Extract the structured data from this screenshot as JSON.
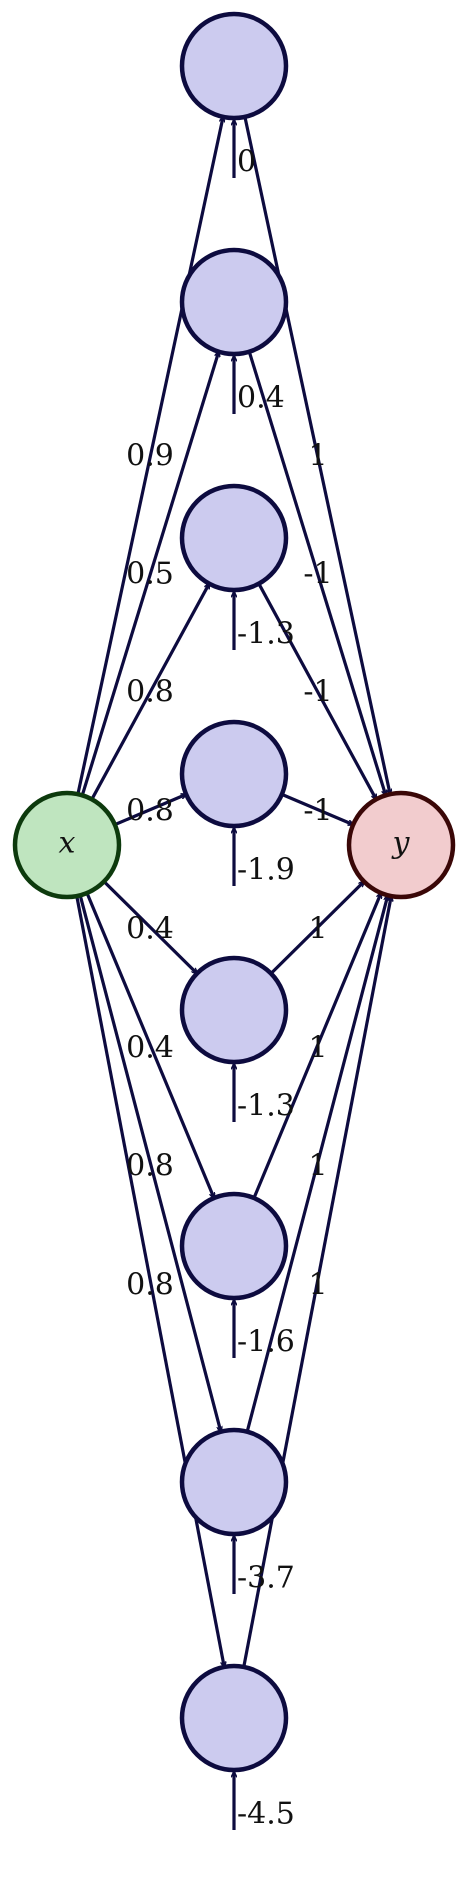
{
  "input_node": {
    "label": "x",
    "fill": "#bfe5bf",
    "stroke": "#0d3a0d"
  },
  "output_node": {
    "label": "y",
    "fill": "#f2ccce",
    "stroke": "#3a0707"
  },
  "hidden_style": {
    "fill": "#cccbef",
    "stroke": "#0d0b3f"
  },
  "hidden_nodes": [
    {
      "bias": "0",
      "input_weight": "0.9",
      "output_weight": "1"
    },
    {
      "bias": "0.4",
      "input_weight": "0.5",
      "output_weight": "-1"
    },
    {
      "bias": "-1.3",
      "input_weight": "0.8",
      "output_weight": "-1"
    },
    {
      "bias": "-1.9",
      "input_weight": "0.8",
      "output_weight": "-1"
    },
    {
      "bias": "-1.3",
      "input_weight": "0.4",
      "output_weight": "1"
    },
    {
      "bias": "-1.6",
      "input_weight": "0.4",
      "output_weight": "1"
    },
    {
      "bias": "-3.7",
      "input_weight": "0.8",
      "output_weight": "1"
    },
    {
      "bias": "-4.5",
      "input_weight": "0.8",
      "output_weight": "1"
    }
  ]
}
